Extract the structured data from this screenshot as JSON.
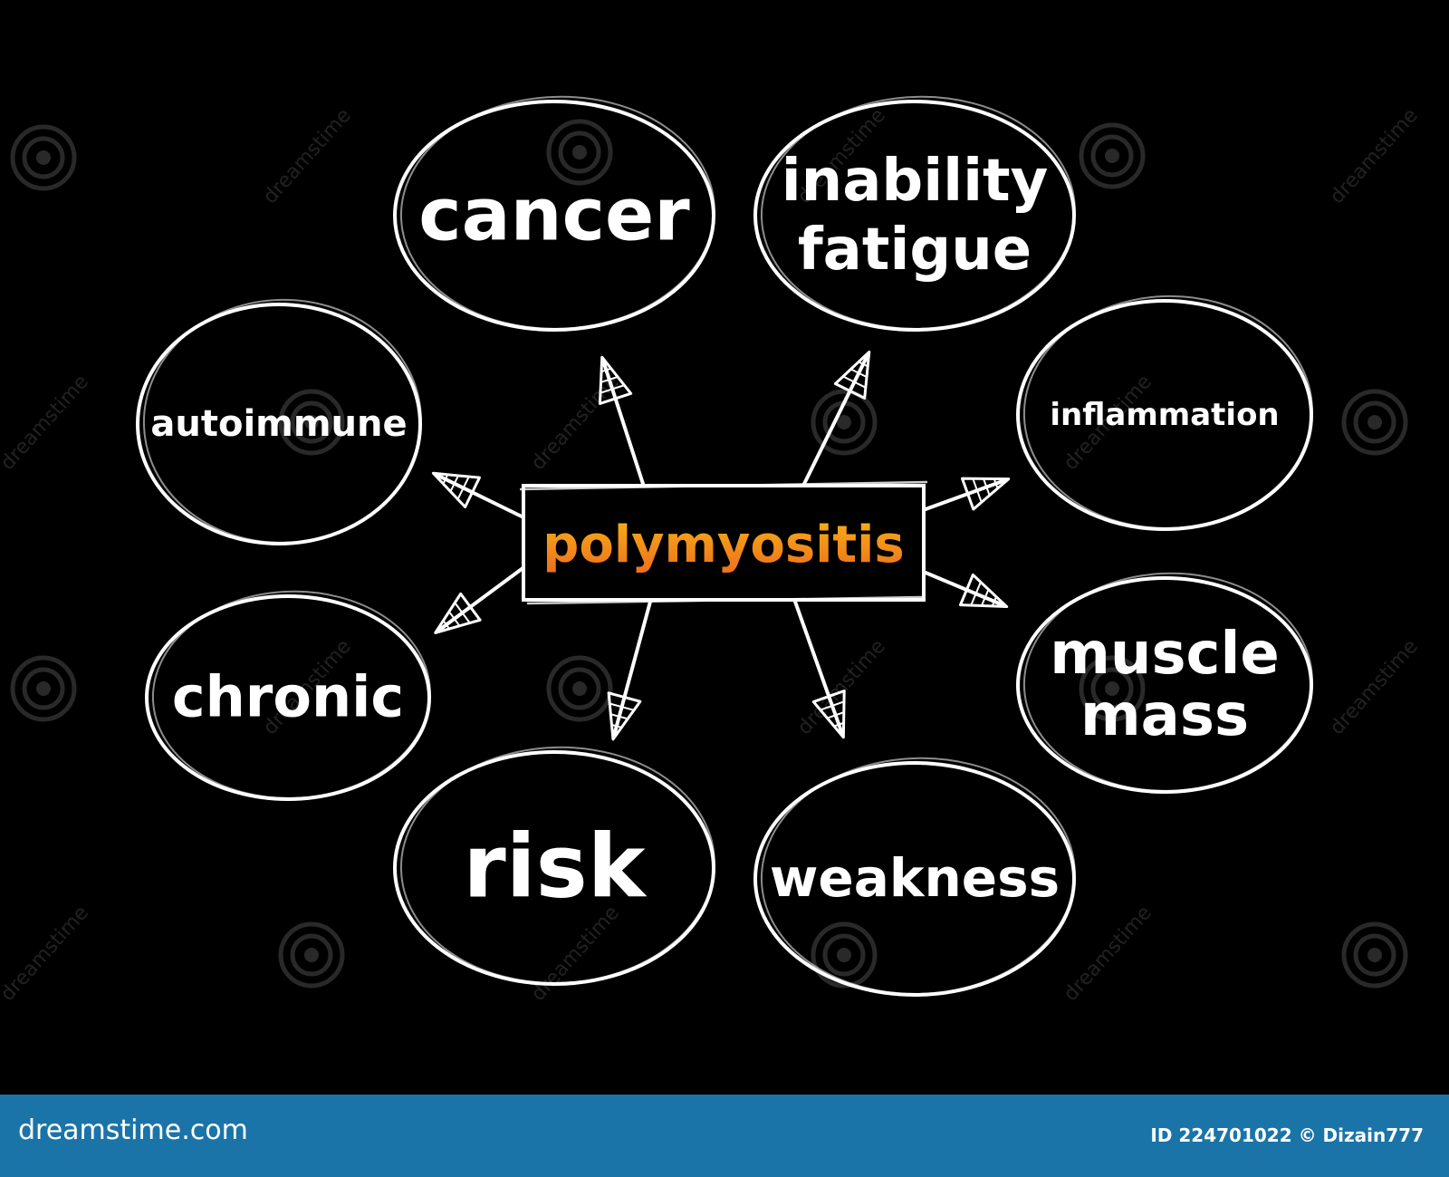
{
  "center": {
    "label": "polymyositis",
    "gradient_top": "#f6b318",
    "gradient_bottom": "#ee6e1c"
  },
  "nodes": [
    {
      "key": "cancer",
      "lines": [
        "cancer"
      ]
    },
    {
      "key": "inability-fatigue",
      "lines": [
        "inability",
        "fatigue"
      ]
    },
    {
      "key": "inflammation",
      "lines": [
        "inflammation"
      ]
    },
    {
      "key": "muscle-mass",
      "lines": [
        "muscle",
        "mass"
      ]
    },
    {
      "key": "weakness",
      "lines": [
        "weakness"
      ]
    },
    {
      "key": "risk",
      "lines": [
        "risk"
      ]
    },
    {
      "key": "chronic",
      "lines": [
        "chronic"
      ]
    },
    {
      "key": "autoimmune",
      "lines": [
        "autoimmune"
      ]
    }
  ],
  "watermark": {
    "text": "dreamstime"
  },
  "footer": {
    "brand": "dreamstime.com",
    "id_text": "ID 224701022 © Dizain777",
    "color": "#1b74a8"
  }
}
